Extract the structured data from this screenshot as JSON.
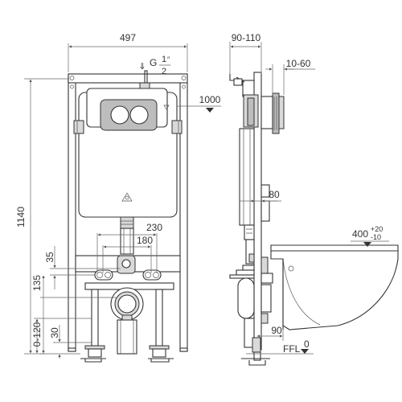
{
  "front_view": {
    "dim_width": "497",
    "dim_height": "1140",
    "gas_g": "G",
    "gas_fraction_num": "1",
    "gas_fraction_den": "2",
    "gas_inch": "″",
    "dim_height_1000": "1000",
    "dim_230": "230",
    "dim_180": "180",
    "dim_35": "35",
    "dim_135": "135",
    "dim_0_120": "0-120",
    "dim_30": "30"
  },
  "side_view": {
    "dim_90_110": "90-110",
    "dim_10_60": "10-60",
    "dim_80": "80",
    "dim_400": "400",
    "dim_plus20": "+20",
    "dim_minus10": "-10",
    "dim_90": "90",
    "ffl_label": "FFL",
    "ffl_value": "0"
  }
}
